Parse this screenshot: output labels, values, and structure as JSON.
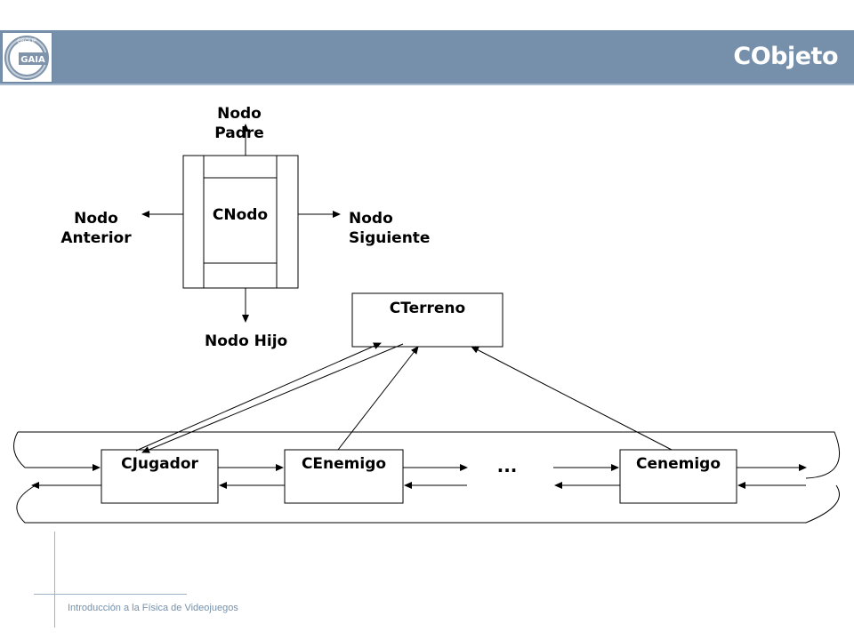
{
  "header": {
    "title": "CObjeto",
    "logo_text": "GAIA",
    "logo_ring_text": "GROUP"
  },
  "node_diagram": {
    "center": "CNodo",
    "top": "Nodo\nPadre",
    "left": "Nodo\nAnterior",
    "right": "Nodo\nSiguiente",
    "bottom": "Nodo Hijo"
  },
  "terrain": {
    "label": "CTerreno"
  },
  "chain": {
    "items": [
      "CJugador",
      "CEnemigo",
      "Cenemigo"
    ],
    "ellipsis": "..."
  },
  "footer": {
    "text": "Introducción a la Física de Videojuegos"
  },
  "colors": {
    "header": "#7690ab",
    "footer_text": "#7690ab",
    "rule": "#9fb2c6"
  }
}
